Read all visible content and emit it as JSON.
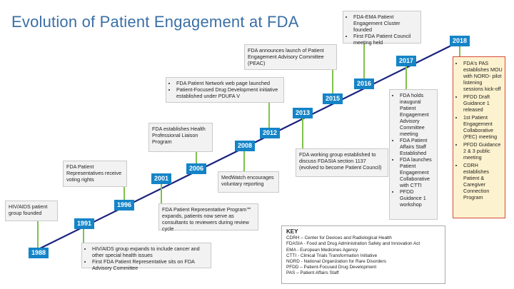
{
  "title": "Evolution of Patient Engagement at FDA",
  "years": [
    "1988",
    "1991",
    "1996",
    "2001",
    "2006",
    "2008",
    "2012",
    "2013",
    "2015",
    "2016",
    "2017",
    "2018"
  ],
  "events": {
    "e1988": "HIV/AIDS patient group founded",
    "e1991": [
      "HIV/AIDS group expands to include cancer and other special health issues",
      "First FDA Patient Representative sits on FDA Advisory Committee"
    ],
    "e1996": "FDA Patient Representatives receive voting rights",
    "e2001": "FDA Patient Representative Program℠ expands, patients now serve as consultants to reviewers during review cycle",
    "e2006": "FDA establishes Health Professional Liaison Program",
    "e2008": "MedWatch encourages voluntary reporting",
    "e2012": [
      "FDA Patient Network web page launched",
      "Patient-Focused Drug Development initiative established under PDUFA V"
    ],
    "e2013": "FDA working group established to discuss FDASIA section 1137 (evolved to become Patient Council)",
    "e2015": "FDA announces launch of Patient Engagement Advisory Committee (PEAC)",
    "e2016": [
      "FDA-EMA Patient Engagement Cluster founded",
      "First FDA Patient Council meeting held"
    ],
    "e2017": [
      "FDA holds inaugural Patient Engagement Advisory Committee meeting",
      "FDA Patient Affairs Staff Established",
      "FDA launches Patient Engagement Collaborative with CTTI",
      "PFDD Guidance 1 workshop"
    ],
    "e2018": [
      "FDA's PAS establishes MOU with NORD- pilot listening sessions kick-off",
      "PFDD Draft Guidance 1 released",
      "1st Patient Engagement Collaborative (PEC) meeting",
      "PFDD Guidance 2 & 3 public meeting",
      "CDRH establishes Patient & Caregiver Connection Program"
    ]
  },
  "key": {
    "title": "KEY",
    "items": [
      "CDRH – Center for Devices and Radiological Health",
      "FDASIA - Food and Drug Administration Safety and Innovation Act",
      "EMA - European Medicines Agency",
      "CTTI - Clinical Trials Transformation Initiative",
      "NORD - National Organization for Rare Disorders",
      "PFDD – Patient-Focused Drug Development",
      "PAS – Patient Affairs Staff"
    ]
  },
  "colors": {
    "title": "#3b6fa6",
    "timeline": "#1a237e",
    "year_badge": "#1584c7",
    "stem": "#7fc24b",
    "panel_border": "#d84a3a",
    "panel_fill": "#fdf2cf"
  }
}
